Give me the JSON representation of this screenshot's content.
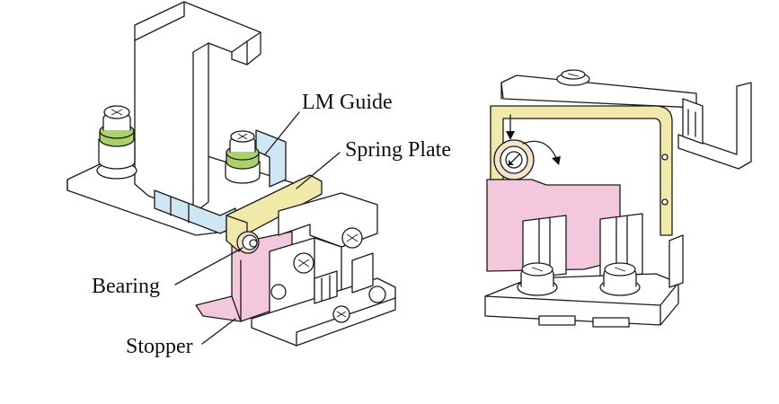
{
  "labels": {
    "lm_guide": "LM Guide",
    "spring_plate": "Spring Plate",
    "bearing": "Bearing",
    "stopper": "Stopper"
  },
  "colors": {
    "lm_guide": "#cfe6f5",
    "spring_plate": "#f1e9a9",
    "stopper": "#f3c8dc",
    "washer": "#a9d36a",
    "line": "#1a1a1a",
    "background": "#ffffff"
  }
}
